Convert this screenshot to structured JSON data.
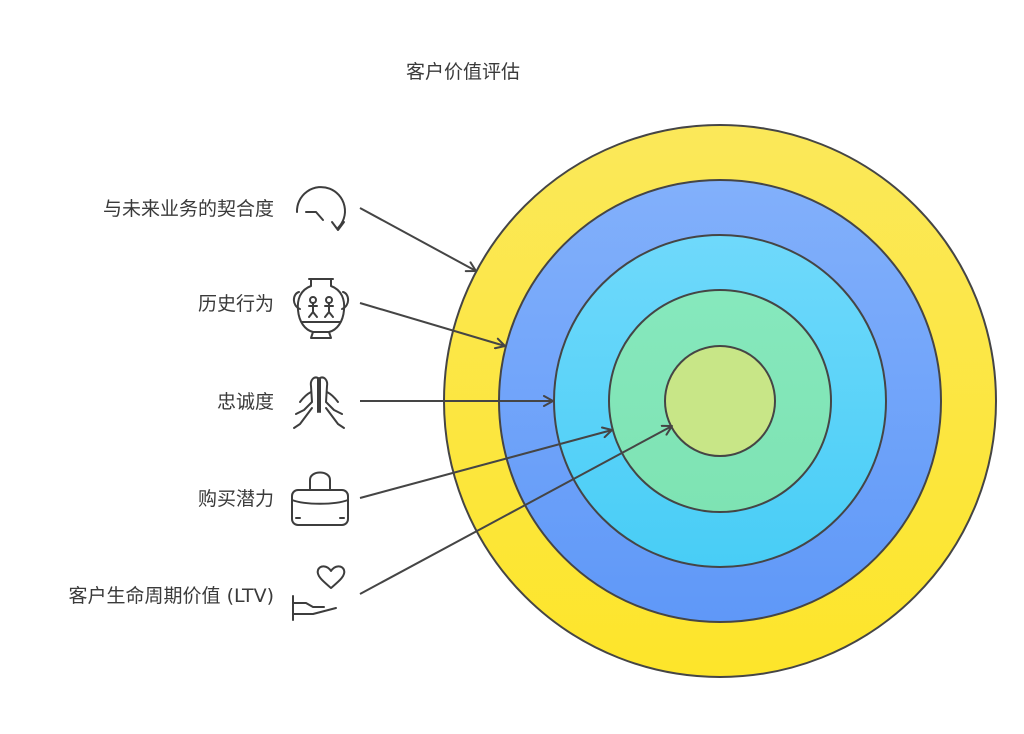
{
  "title": "客户价值评估",
  "rings": [
    {
      "name": "ring-1",
      "color_top": "#fbe85a",
      "color_bottom": "#fde52a"
    },
    {
      "name": "ring-2",
      "color_top": "#82b0fb",
      "color_bottom": "#5f98f8"
    },
    {
      "name": "ring-3",
      "color_top": "#6fd9fb",
      "color_bottom": "#48cdf6"
    },
    {
      "name": "ring-4",
      "color_top": "#86e8bd",
      "color_bottom": "#7ee3b3"
    },
    {
      "name": "ring-5",
      "color_top": "#c8e687",
      "color_bottom": "#c8e687"
    }
  ],
  "items": [
    {
      "label": "与未来业务的契合度",
      "icon": "rotate-arrow-icon"
    },
    {
      "label": "历史行为",
      "icon": "ancient-vase-icon"
    },
    {
      "label": "忠诚度",
      "icon": "praying-hands-icon"
    },
    {
      "label": "购买潜力",
      "icon": "shopping-bag-icon"
    },
    {
      "label": "客户生命周期价值 (LTV)",
      "icon": "hand-heart-icon"
    }
  ]
}
